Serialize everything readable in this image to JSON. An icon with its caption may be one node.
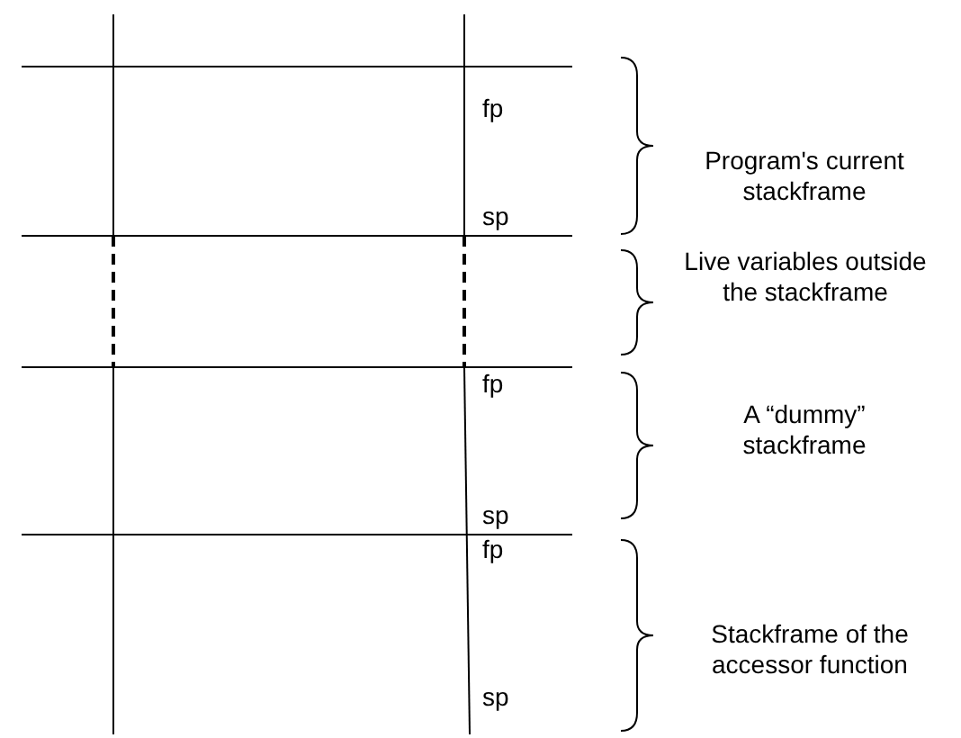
{
  "diagram": {
    "labels": [
      "fp",
      "Program's current stackframe",
      "sp",
      "Live variables outside the stackframe",
      "fp",
      "A “dummy” stackframe",
      "sp",
      "fp",
      "Stackframe of the accessor function",
      "sp"
    ]
  }
}
